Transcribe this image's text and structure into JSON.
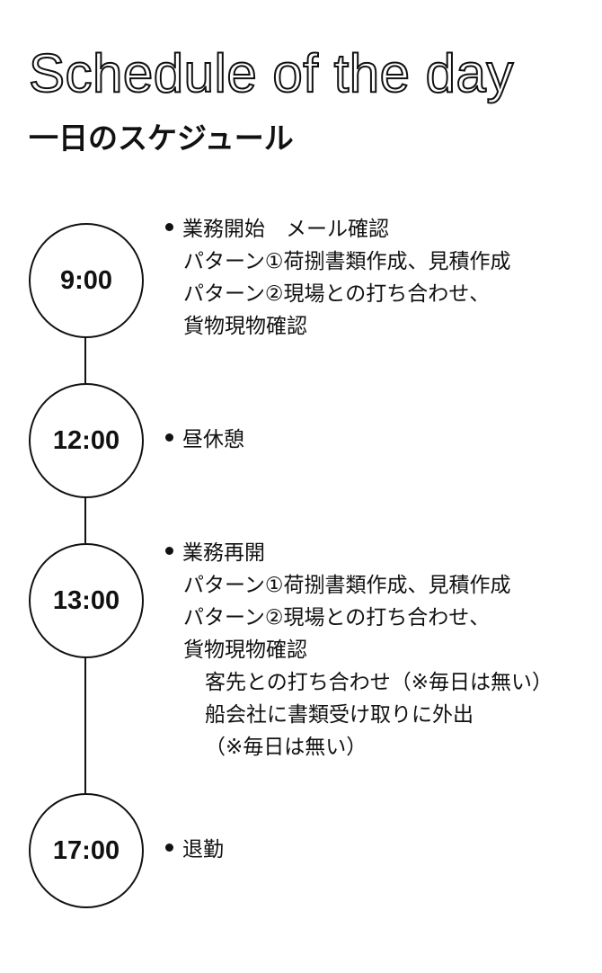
{
  "header": {
    "title_en": "Schedule of the day",
    "title_ja": "一日のスケジュール"
  },
  "schedule": [
    {
      "time": "9:00",
      "lead": "業務開始　メール確認",
      "lines": [
        "パターン①荷捌書類作成、見積作成",
        "パターン②現場との打ち合わせ、",
        "貨物現物確認"
      ],
      "sublines": []
    },
    {
      "time": "12:00",
      "lead": "昼休憩",
      "lines": [],
      "sublines": []
    },
    {
      "time": "13:00",
      "lead": "業務再開",
      "lines": [
        "パターン①荷捌書類作成、見積作成",
        "パターン②現場との打ち合わせ、",
        "貨物現物確認"
      ],
      "sublines": [
        "客先との打ち合わせ（※毎日は無い）",
        "船会社に書類受け取りに外出",
        "（※毎日は無い）"
      ]
    },
    {
      "time": "17:00",
      "lead": "退勤",
      "lines": [],
      "sublines": []
    }
  ]
}
